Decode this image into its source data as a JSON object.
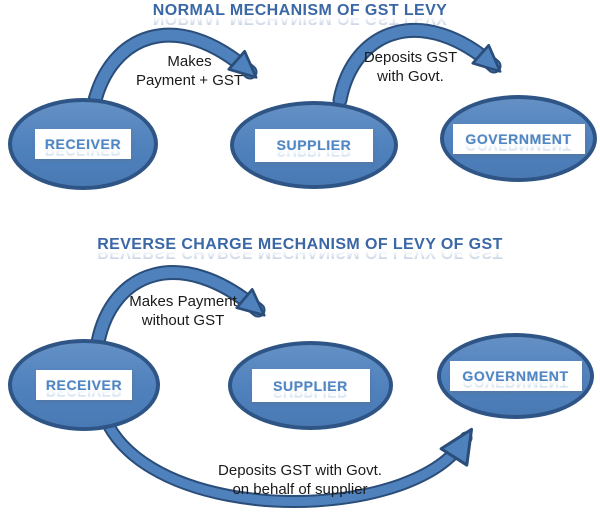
{
  "colors": {
    "shape_fill": "#4f81bd",
    "shape_border": "#2e5585",
    "arrow_fill": "#4f81bd",
    "arrow_outline": "#2a4d79",
    "title_text": "#3a67a6",
    "node_label_text": "#4e86c6",
    "annotation_text": "#1a1a1a",
    "background": "#ffffff"
  },
  "diagrams": {
    "normal": {
      "title": "NORMAL MECHANISM OF GST LEVY",
      "nodes": {
        "receiver": "RECEIVER",
        "supplier": "SUPPLIER",
        "government": "GOVERNMENT"
      },
      "arrows": {
        "payment": {
          "line1": "Makes",
          "line2": "Payment + GST"
        },
        "deposit": {
          "line1": "Deposits GST",
          "line2": "with Govt."
        }
      }
    },
    "reverse": {
      "title": "REVERSE CHARGE MECHANISM OF LEVY OF GST",
      "nodes": {
        "receiver": "RECEIVER",
        "supplier": "SUPPLIER",
        "government": "GOVERNMENT"
      },
      "arrows": {
        "payment": {
          "line1": "Makes Payment",
          "line2": "without GST"
        },
        "deposit": {
          "line1": "Deposits GST with Govt.",
          "line2": "on behalf of supplier"
        }
      }
    }
  }
}
